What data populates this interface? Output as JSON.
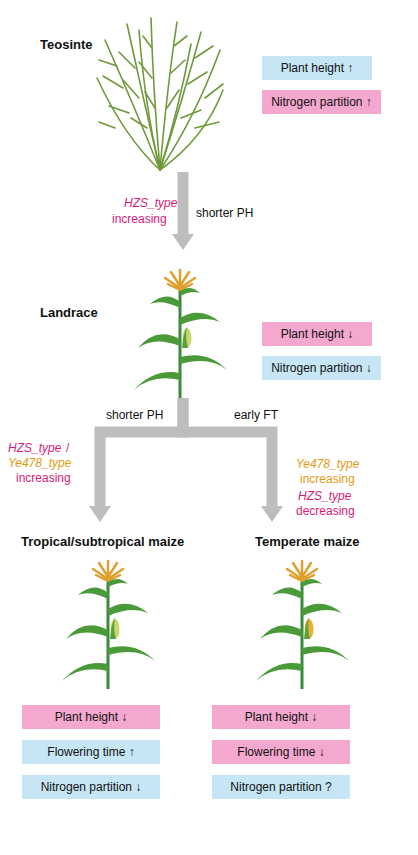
{
  "diagram": {
    "nodes": [
      {
        "text": [
          "Teosinte"
        ]
      },
      {
        "text": [
          "Plant height ↑"
        ]
      },
      {
        "text": [
          "Nitrogen partition ↑"
        ]
      },
      {
        "text": [
          "Landrace"
        ]
      },
      {
        "text": [
          "Plant height ↓"
        ]
      },
      {
        "text": [
          "Nitrogen partition ↓"
        ]
      },
      {
        "text": [
          "Tropical/subtropical maize"
        ]
      },
      {
        "text": [
          "Temperate maize"
        ]
      },
      {
        "text": [
          "Plant height ↓"
        ]
      },
      {
        "text": [
          "Flowering time ↑"
        ]
      },
      {
        "text": [
          "Nitrogen partition ↓"
        ]
      },
      {
        "text": [
          "Plant height ↓"
        ]
      },
      {
        "text": [
          "Flowering time ↓"
        ]
      },
      {
        "text": [
          "Nitrogen partition ?"
        ]
      }
    ],
    "edges": [
      {
        "from": 0,
        "to": 3,
        "label": "shorter PH",
        "arrow": "to"
      },
      {
        "from": 3,
        "to": 6,
        "label": "shorter PH",
        "arrow": "to"
      },
      {
        "from": 3,
        "to": 7,
        "label": "early FT",
        "arrow": "to"
      }
    ],
    "labels": [
      "HZS_type",
      "increasing",
      "HZS_type",
      "/",
      "Ye478_type",
      "increasing",
      "Ye478_type",
      "increasing",
      "HZS_type",
      "decreasing"
    ]
  }
}
